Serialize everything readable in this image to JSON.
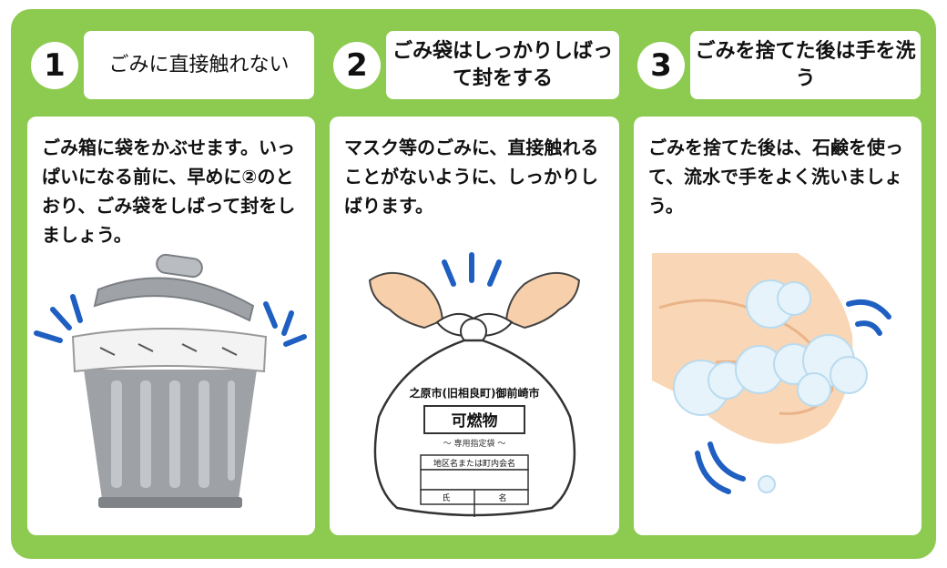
{
  "steps": [
    {
      "number": "1",
      "title": "ごみに直接触れない",
      "description": "ごみ箱に袋をかぶせます。いっぱいになる前に、早めに②のとおり、ごみ袋をしばって封をしましょう。",
      "illustration": "trash-can-with-bag"
    },
    {
      "number": "2",
      "title": "ごみ袋はしっかりしばって封をする",
      "description": "マスク等のごみに、直接触れることがないように、しっかりしばります。",
      "illustration": "tied-garbage-bag",
      "bag": {
        "city": "之原市(旧相良町)御前崎市",
        "type": "可燃物",
        "note": "～ 専用指定袋 ～",
        "area_label": "地区名または町内会名",
        "name_label_1": "氏",
        "name_label_2": "名"
      }
    },
    {
      "number": "3",
      "title": "ごみを捨てた後は手を洗う",
      "description": "ごみを捨てた後は、石鹸を使って、流水で手をよく洗いましょう。",
      "illustration": "washing-hands-with-soap"
    }
  ],
  "colors": {
    "frame": "#8ccb4f",
    "accent_blue": "#1e5fc1",
    "panel": "#ffffff"
  }
}
